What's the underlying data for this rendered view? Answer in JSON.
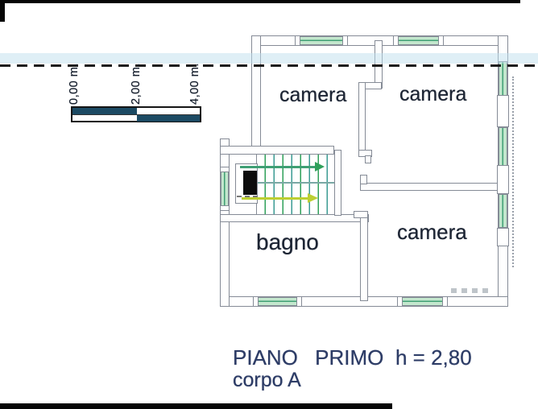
{
  "plan": {
    "rooms": [
      {
        "label": "camera"
      },
      {
        "label": "camera"
      },
      {
        "label": "bagno"
      },
      {
        "label": "camera"
      }
    ],
    "footer": {
      "floor": "PIANO PRIMO",
      "height": "h = 2,80",
      "body": "corpo A"
    },
    "scale_bar": {
      "labels": [
        "0,00 m.",
        "2,00 m.",
        "4,00 m."
      ]
    }
  },
  "colors": {
    "wall_line": "#858b96",
    "window_glass": "#c3e7cd",
    "window_frame_line": "#3f9f74",
    "stair_tread_green": "#2fa05a",
    "stair_tread_teal": "#3b9b93",
    "arrow_up_green": "#2fa05a",
    "arrow_down_yellow": "#bccf32",
    "scalebar_dark": "#1c4a63",
    "room_text": "#1d2534",
    "footer_text": "#2d3c66",
    "band_cyan": "#bfe0ee",
    "dash_line": "#1b1b1b"
  }
}
